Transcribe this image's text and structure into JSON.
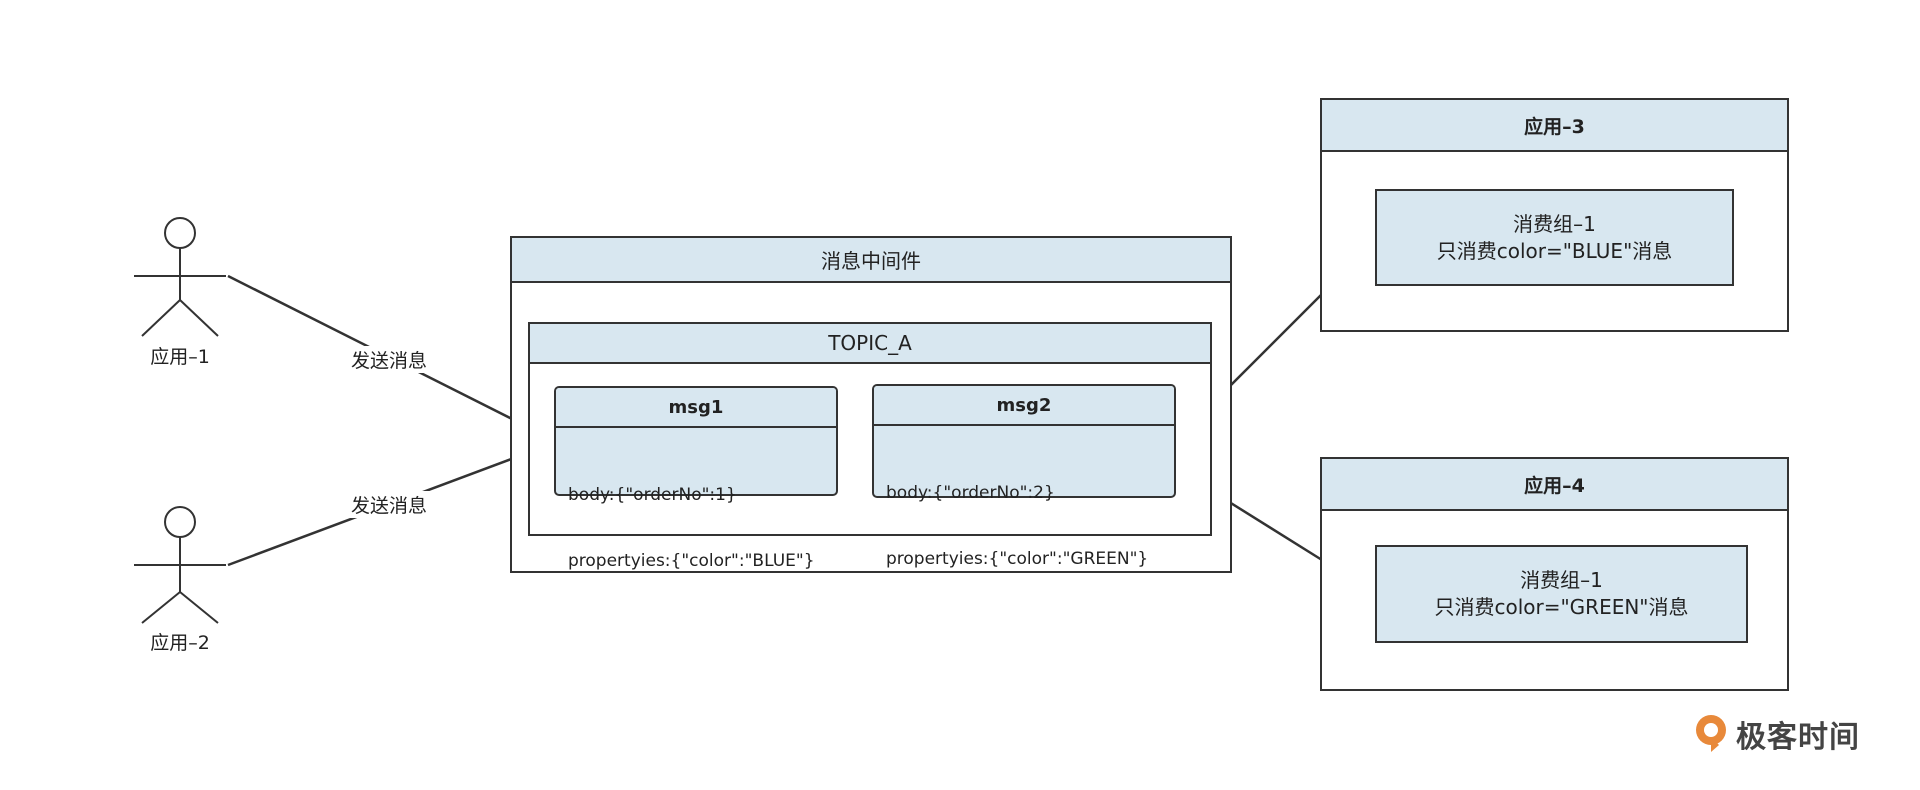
{
  "actors": {
    "app1": {
      "label": "应用–1"
    },
    "app2": {
      "label": "应用–2"
    }
  },
  "edges": {
    "send1": "发送消息",
    "send2": "发送消息"
  },
  "middleware": {
    "title": "消息中间件",
    "topic": {
      "title": "TOPIC_A",
      "messages": [
        {
          "title": "msg1",
          "body": "body:{\"orderNo\":1}",
          "props": "propertyies:{\"color\":\"BLUE\"}"
        },
        {
          "title": "msg2",
          "body": "body:{\"orderNo\":2}",
          "props": "propertyies:{\"color\":\"GREEN\"}"
        }
      ]
    }
  },
  "consumers": [
    {
      "title": "应用–3",
      "group": "消费组–1",
      "filter": "只消费color=\"BLUE\"消息"
    },
    {
      "title": "应用–4",
      "group": "消费组–1",
      "filter": "只消费color=\"GREEN\"消息"
    }
  ],
  "brand": {
    "name": "极客时间",
    "color": "#e8893a"
  },
  "colors": {
    "fill": "#d8e7f0",
    "stroke": "#333333"
  }
}
